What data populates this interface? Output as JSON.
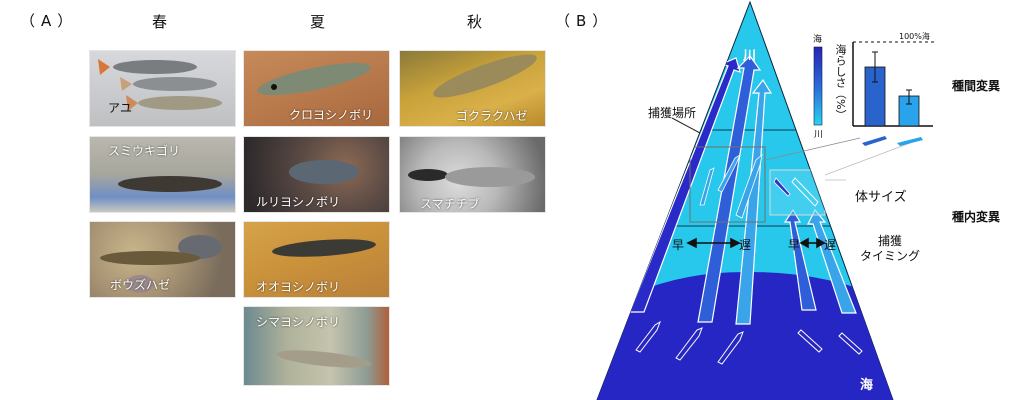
{
  "panel_a": {
    "label": "（A）",
    "seasons": [
      {
        "name": "春",
        "fish": [
          "アユ",
          "スミウキゴリ",
          "ボウズハゼ"
        ]
      },
      {
        "name": "夏",
        "fish": [
          "クロヨシノボリ",
          "ルリヨシノボリ",
          "オオヨシノボリ",
          "シマヨシノボリ"
        ]
      },
      {
        "name": "秋",
        "fish": [
          "ゴクラクハゼ",
          "スマチチブ"
        ]
      }
    ]
  },
  "panel_b": {
    "label": "（B）",
    "river_label": "川",
    "sea_label": "海",
    "capture_site_label": "捕獲場所",
    "body_size_label": "体サイズ",
    "capture_timing_label": [
      "捕獲",
      "タイミング"
    ],
    "early_label": "早",
    "late_label": "遅",
    "interspecific_label": "種間変異",
    "intraspecific_label": "種内変異",
    "colorbar": {
      "top": "海",
      "bottom": "川"
    },
    "colors": {
      "river": "#29c6ec",
      "river_light": "#5fd6f2",
      "sea": "#2727c4",
      "arrow_dark": "#2a33c8",
      "arrow_mid": "#2f63d9",
      "arrow_light": "#35a4ea"
    }
  },
  "chart_data": {
    "type": "bar",
    "title": "",
    "ylabel": "海らしさ（%）",
    "reference_line_label": "100%海",
    "categories": [
      "species-1 (dark blue fish)",
      "species-2 (light blue fish)"
    ],
    "values": [
      73,
      37
    ],
    "errors": [
      20,
      9
    ],
    "ylim": [
      0,
      100
    ],
    "bar_colors": [
      "#2b63cc",
      "#29a3ec"
    ],
    "grid": false
  }
}
